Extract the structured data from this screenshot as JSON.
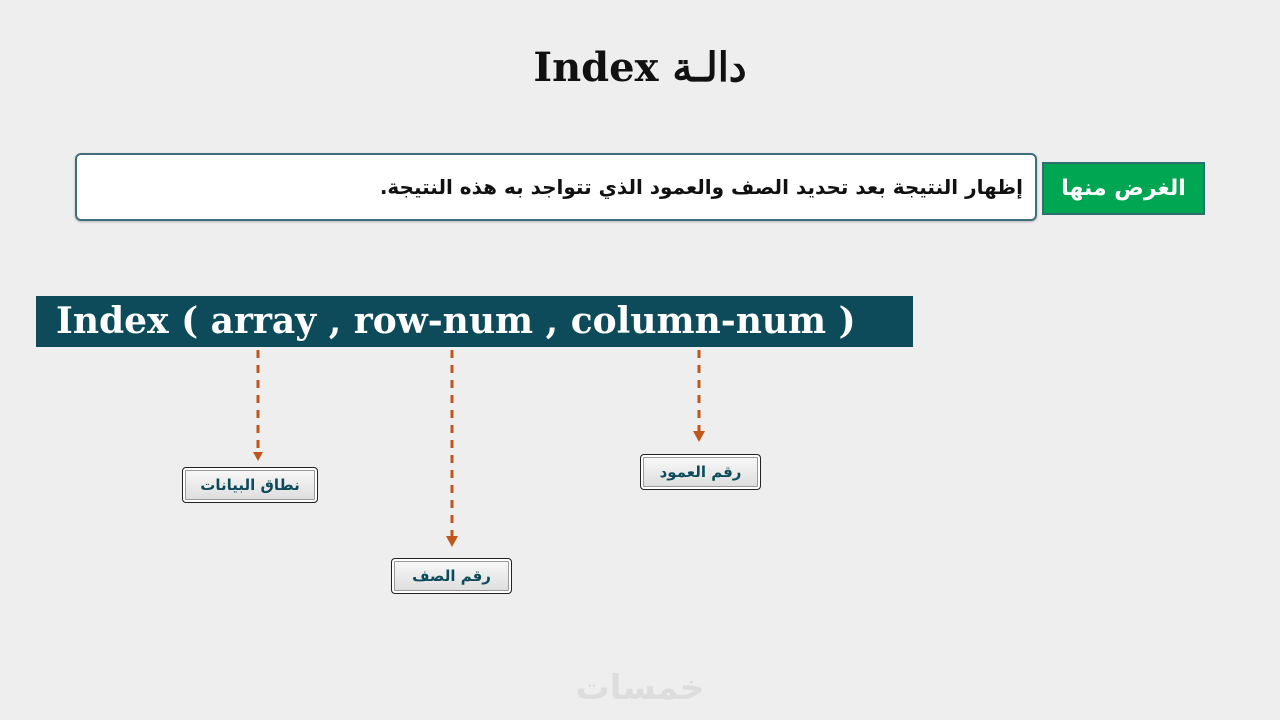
{
  "title": "Index دالـة",
  "purpose": {
    "label": "الغرض منها",
    "text": "إظهار النتيجة بعد تحديد الصف والعمود الذي تتواجد به هذه النتيجة."
  },
  "formula": "Index ( array , row-num , column-num )",
  "annotations": {
    "array": "نطاق البيانات",
    "row_num": "رقم الصف",
    "column_num": "رقم العمود"
  },
  "colors": {
    "accent_green": "#00a651",
    "formula_bar": "#0e4b5a",
    "arrow": "#c0561c",
    "background": "#eeeeee"
  },
  "watermark": "خمسات"
}
